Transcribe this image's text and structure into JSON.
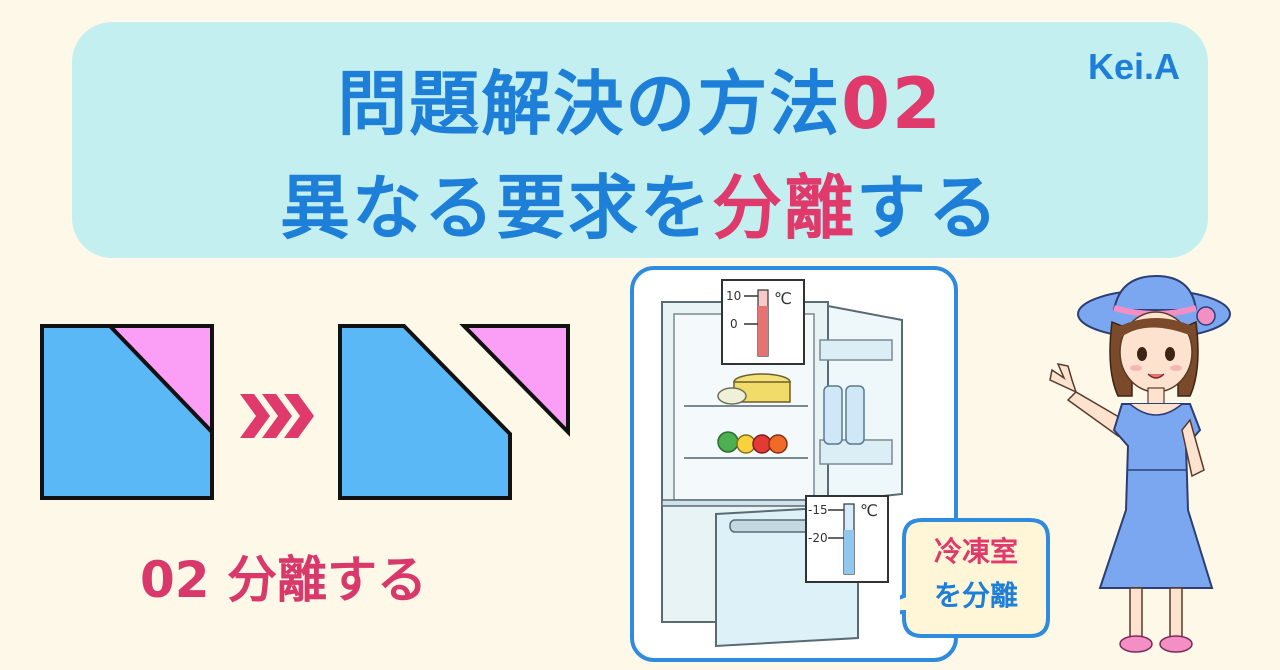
{
  "header": {
    "title_main": "問題解決の方法",
    "title_num": "02",
    "subtitle_main": "異なる要求を",
    "subtitle_accent": "分離",
    "subtitle_end": "する",
    "author": "Kei.A"
  },
  "diagram": {
    "caption": "02 分離する",
    "arrow_icon": "triple-chevron-right-icon"
  },
  "fridge": {
    "fridge_thermometer_ticks": [
      "10",
      "0"
    ],
    "freezer_thermometer_ticks": [
      "-15",
      "-20"
    ],
    "unit": "℃",
    "callout_line1": "冷凍室",
    "callout_line2": "を分離"
  },
  "colors": {
    "title_blue": "#1e7fd8",
    "accent_pink": "#e0396c",
    "banner_bg": "#c3eff0",
    "square_blue": "#5bb8f7",
    "triangle_pink": "#fb9ef6",
    "page_bg": "#fdf8e8"
  }
}
